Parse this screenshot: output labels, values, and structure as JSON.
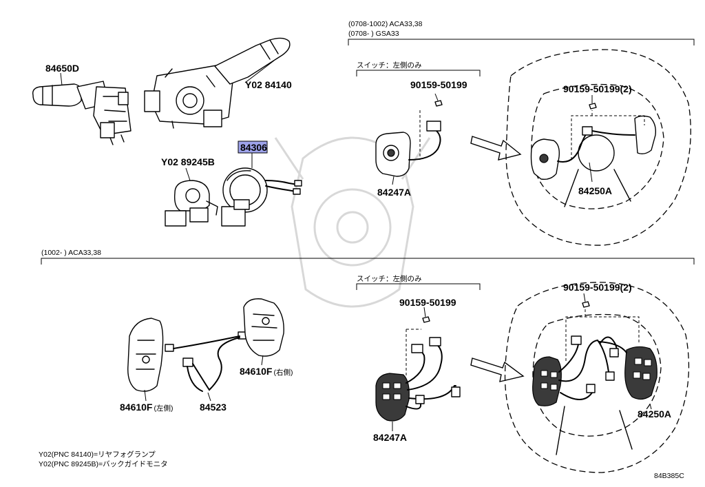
{
  "section_top": {
    "header_line1": "(0708-1002) ACA33,38",
    "header_line2": "(0708-      ) GSA33",
    "switch_label": "スイッチ：左側のみ"
  },
  "section_bottom": {
    "header": "(1002-      ) ACA33,38",
    "switch_label": "スイッチ：左側のみ"
  },
  "parts": {
    "p84650D": "84650D",
    "p84140": "Y02 84140",
    "p84306": "84306",
    "p89245B": "Y02 89245B",
    "p90159_top": "90159-50199",
    "p84247A_top": "84247A",
    "p90159x2_top": "90159-50199(2)",
    "p84250A_top": "84250A",
    "p90159_bot": "90159-50199",
    "p84247A_bot": "84247A",
    "p90159x2_bot": "90159-50199(2)",
    "p84250A_bot": "84250A",
    "p84610F_left": "84610F",
    "p84610F_left_side": "(左側)",
    "p84523": "84523",
    "p84610F_right": "84610F",
    "p84610F_right_side": "(右側)"
  },
  "notes": {
    "line1": "Y02(PNC 84140)=リヤフォグランプ",
    "line2": "Y02(PNC 89245B)=バックガイドモニタ"
  },
  "diagram_code": "84B385C",
  "colors": {
    "highlight": "#9ea3ea"
  }
}
